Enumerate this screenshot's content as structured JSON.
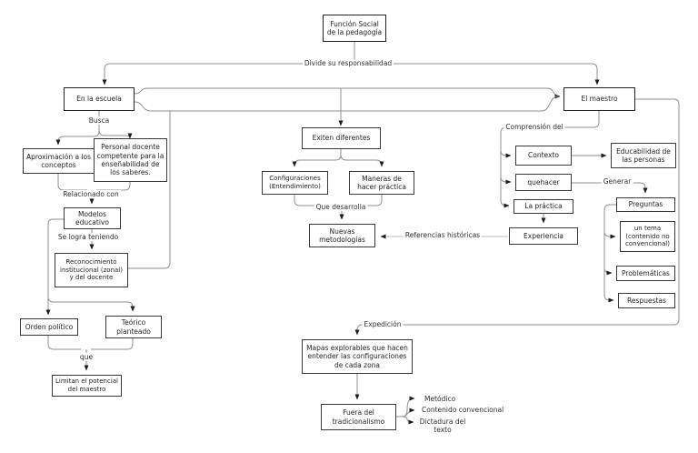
{
  "diagram": {
    "title": "Función Social de la pedagogía",
    "nodes": {
      "funcion_social": "Función Social de la pedagogía",
      "en_la_escuela": "En la escuela",
      "el_maestro": "El maestro",
      "aproximacion": "Aproximación a los conceptos",
      "personal_docente": "Personal docente competente para la enseñabilidad de los saberes.",
      "modelos_educativo": "Modelos educativo",
      "reconocimiento": "Reconocimiento institucional (zonal) y del docente",
      "orden_politico": "Orden político",
      "teorico_planteado": "Teórico planteado",
      "limitan": "Limitan el potencial del maestro",
      "exiten_diferentes": "Exiten diferentes",
      "configuraciones": "Configuraciones (Entendimiento)",
      "maneras": "Maneras de hacer práctica",
      "nuevas_metodologias": "Nuevas metodologías",
      "experiencia": "Experiencia",
      "contexto": "Contexto",
      "educabilidad": "Educabilidad de las personas",
      "quehacer": "quehacer",
      "la_practica": "La práctica",
      "preguntas": "Preguntas",
      "un_tema": "un tema (contenido no convencional)",
      "problematicas": "Problemáticas",
      "respuestas": "Respuestas",
      "mapas": "Mapas explorables que hacen entender las configuraciones de cada zona",
      "fuera_tradicionalismo": "Fuera del tradicionalismo"
    },
    "edge_labels": {
      "divide": "Divide su responsabilidad",
      "busca": "Busca",
      "relacionado": "Relacionado con",
      "se_logra": "Se logra teniendo",
      "que": "que",
      "que_desarrolla": "Que desarrolla",
      "referencias": "Referencias históricas",
      "comprension": "Comprensión del",
      "generar": "Generar",
      "expedicion": "Expedición",
      "metodico": "Metódico",
      "contenido_convencional": "Contenido convencional",
      "dictadura": "Dictadura del texto"
    },
    "colors": {
      "background": "#ffffff",
      "node_border": "#383838",
      "connector": "#8f8f8f",
      "connector_light": "#bcbcbc",
      "arrowhead": "#1c1c1c",
      "text": "#1f1f1f"
    }
  }
}
